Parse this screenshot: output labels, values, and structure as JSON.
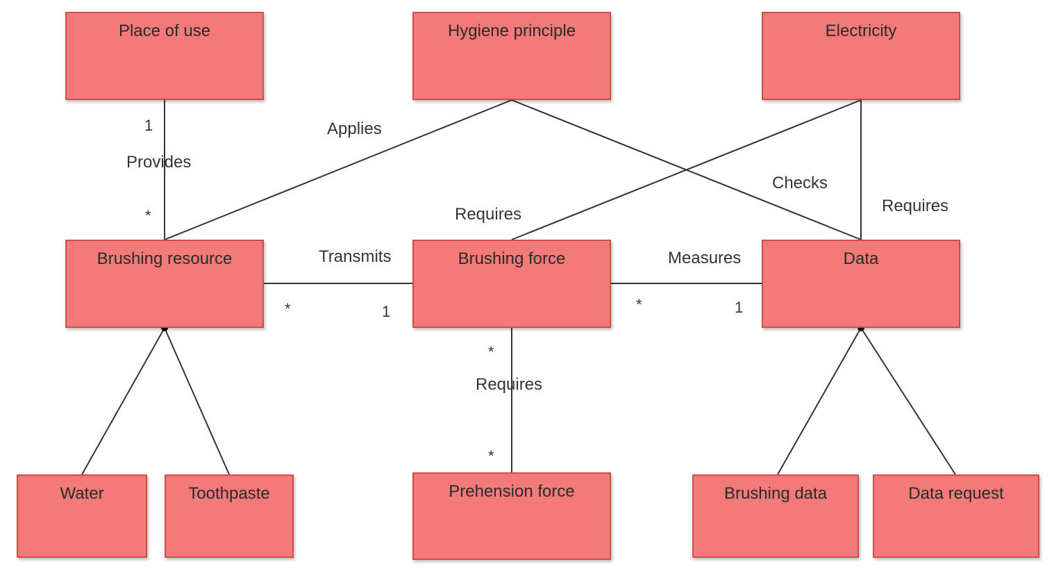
{
  "colors": {
    "box_fill": "#f47a7a",
    "box_border": "#d14b4b",
    "line": "#333333"
  },
  "entities": {
    "place_of_use": "Place of use",
    "hygiene_principle": "Hygiene principle",
    "electricity": "Electricity",
    "brushing_resource": "Brushing resource",
    "brushing_force": "Brushing force",
    "data": "Data",
    "water": "Water",
    "toothpaste": "Toothpaste",
    "prehension_force": "Prehension force",
    "brushing_data": "Brushing data",
    "data_request": "Data request"
  },
  "relations": {
    "provides": "Provides",
    "applies": "Applies",
    "checks": "Checks",
    "requires_force": "Requires",
    "requires_data": "Requires",
    "transmits": "Transmits",
    "measures": "Measures",
    "requires_prehension": "Requires"
  },
  "multiplicities": {
    "provides_top": "1",
    "provides_bottom": "*",
    "transmits_left": "*",
    "transmits_right": "1",
    "measures_left": "*",
    "measures_right": "1",
    "prehension_top": "*",
    "prehension_bottom": "*"
  }
}
